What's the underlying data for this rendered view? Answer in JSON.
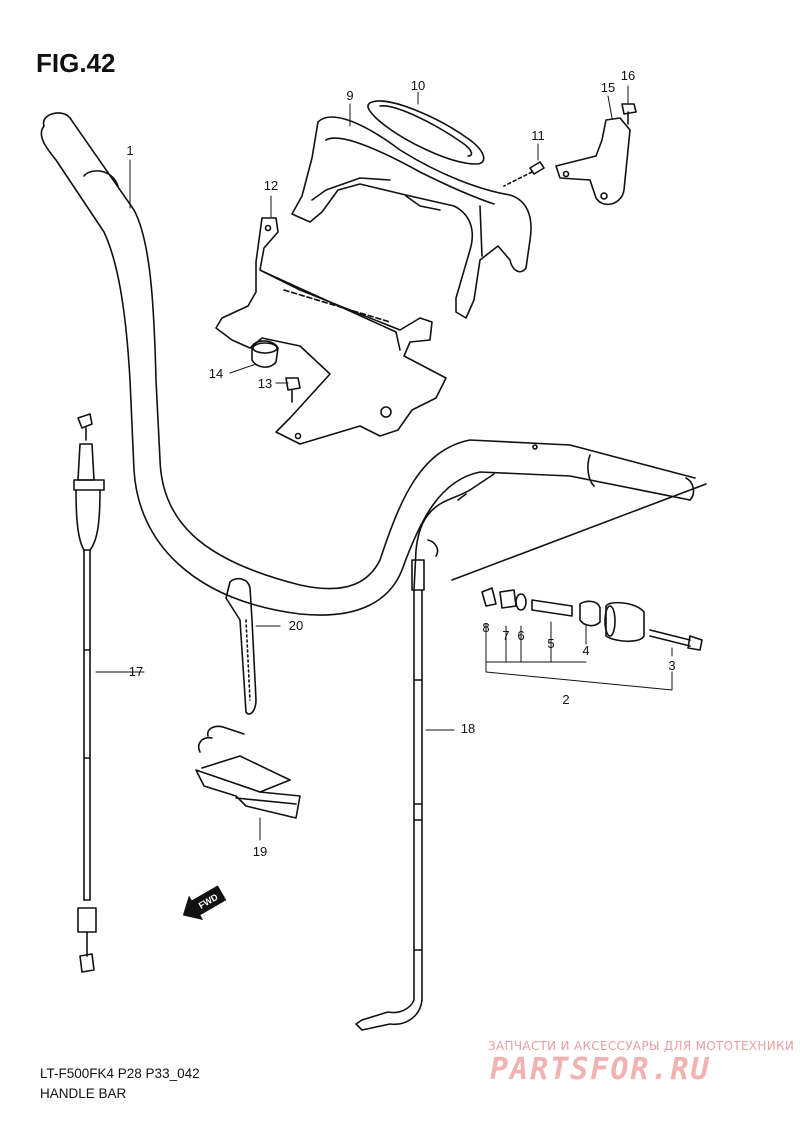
{
  "figure": {
    "title": "FIG.42",
    "model_code": "LT-F500FK4 P28 P33_042",
    "section_name": "HANDLE BAR"
  },
  "parts": [
    {
      "ref": "1"
    },
    {
      "ref": "2"
    },
    {
      "ref": "3"
    },
    {
      "ref": "4"
    },
    {
      "ref": "5"
    },
    {
      "ref": "6"
    },
    {
      "ref": "7"
    },
    {
      "ref": "8"
    },
    {
      "ref": "9"
    },
    {
      "ref": "10"
    },
    {
      "ref": "11"
    },
    {
      "ref": "12"
    },
    {
      "ref": "13"
    },
    {
      "ref": "14"
    },
    {
      "ref": "15"
    },
    {
      "ref": "16"
    },
    {
      "ref": "17"
    },
    {
      "ref": "18"
    },
    {
      "ref": "19"
    },
    {
      "ref": "20"
    }
  ],
  "direction_marker": {
    "label": "FWD",
    "icon": "fwd-arrow-icon"
  },
  "watermark": {
    "caption": "ЗАПЧАСТИ И АКСЕССУАРЫ ДЛЯ МОТОТЕХНИКИ",
    "logo": "PARTSFOR.RU",
    "color": "#f1b2b2"
  }
}
